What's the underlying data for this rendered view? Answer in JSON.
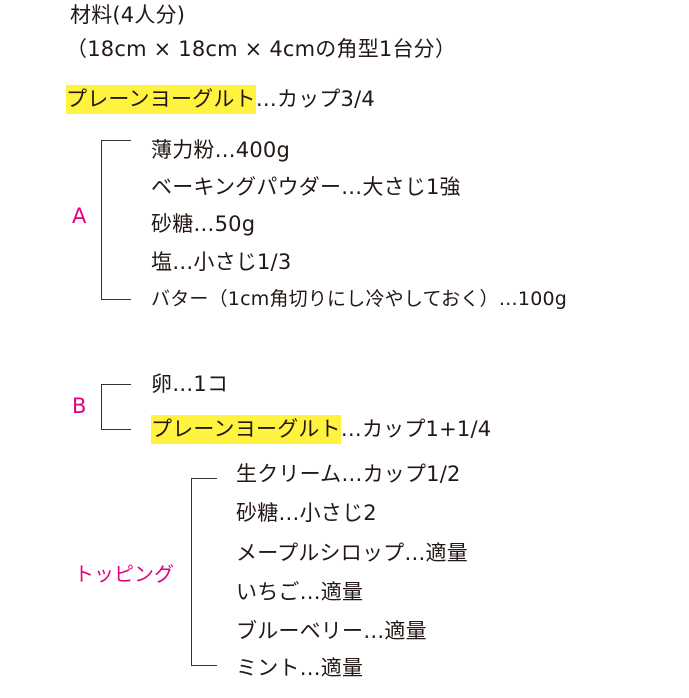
{
  "header": {
    "title": "材料(4人分)",
    "subtitle": "（18cm × 18cm × 4cmの角型1台分）"
  },
  "yogurt1": {
    "highlight": "プレーンヨーグルト",
    "rest": "…カップ3/4"
  },
  "groupA": {
    "label": "A",
    "items": [
      "薄力粉…400g",
      "ベーキングパウダー…大さじ1強",
      "砂糖…50g",
      "塩…小さじ1/3",
      "バター（1cm角切りにし冷やしておく）…100g"
    ]
  },
  "groupB": {
    "label": "B",
    "item1": "卵…1コ",
    "item2": {
      "highlight": "プレーンヨーグルト",
      "rest": "…カップ1+1/4"
    }
  },
  "topping": {
    "label": "トッピング",
    "items": [
      "生クリーム…カップ1/2",
      "砂糖…小さじ2",
      "メープルシロップ…適量",
      "いちご…適量",
      "ブルーベリー…適量",
      "ミント…適量"
    ]
  },
  "colors": {
    "text": "#231815",
    "accent": "#e4007f",
    "highlight": "#fff33f"
  }
}
